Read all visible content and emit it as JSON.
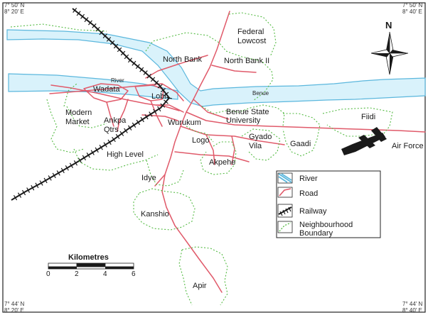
{
  "map": {
    "corners": {
      "top_left": [
        "7° 50' N",
        "8° 20' E"
      ],
      "top_right": [
        "7° 50' N",
        "8° 40' E"
      ],
      "bottom_left": [
        "7° 44' N",
        "8° 20' E"
      ],
      "bottom_right": [
        "7° 44' N",
        "8° 40' E"
      ]
    },
    "water": {
      "river_label": "River",
      "benue_label": "Benue"
    },
    "neighbourhoods": {
      "federal_lowcost": [
        "Federal",
        "Lowcost"
      ],
      "north_bank": "North Bank",
      "north_bank_ii": "North Bank II",
      "wadata": "Wadata",
      "lobi": "Lobi",
      "modern_market": [
        "Modern",
        "Market"
      ],
      "ankpa_qtrs": [
        "Ankpa",
        "Qtrs"
      ],
      "wurukum": "Wurukum",
      "benue_state_university": [
        "Benue State",
        "University"
      ],
      "fiidi": "Fiidi",
      "high_level": "High Level",
      "logo": "Logo",
      "gyado_vila": [
        "Gyado",
        "Vila"
      ],
      "gaadi": "Gaadi",
      "air_force": "Air Force",
      "akpehe": "Akpehe",
      "idye": "Idye",
      "kanshio": "Kanshio",
      "apir": "Apir"
    },
    "north_arrow_label": "N",
    "legend": {
      "river": "River",
      "road": "Road",
      "railway": "Railway",
      "boundary": [
        "Neighbourhood",
        "Boundary"
      ]
    },
    "scale": {
      "title": "Kilometres",
      "ticks": [
        "0",
        "2",
        "4",
        "6"
      ]
    },
    "colors": {
      "river_fill": "#d9f2fb",
      "river_stroke": "#5bb7dd",
      "road": "#e05a6a",
      "railway": "#1a1a1a",
      "boundary": "#55bb44",
      "frame": "#222222"
    }
  }
}
